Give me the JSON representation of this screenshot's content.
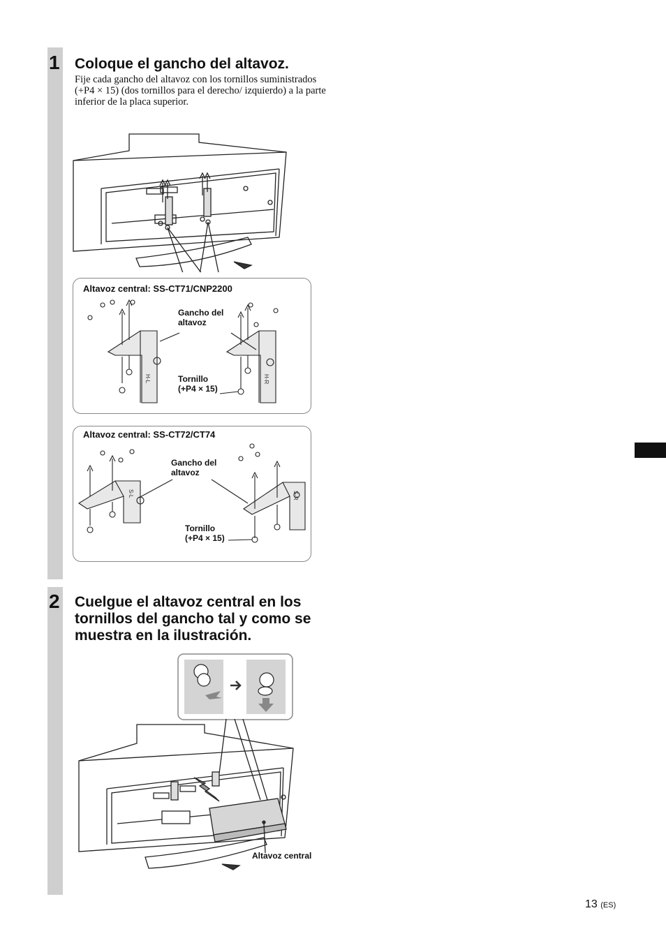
{
  "step1": {
    "number": "1",
    "title": "Coloque el gancho del altavoz.",
    "text": "Fije cada gancho del altavoz con los tornillos suministrados (+P4 × 15) (dos tornillos para el derecho/ izquierdo) a la parte inferior de la placa superior."
  },
  "panel1": {
    "title": "Altavoz central: SS-CT71/CNP2200",
    "hook_label": "Gancho del\naltavoz",
    "screw_label": "Tornillo\n(+P4 × 15)",
    "left_mark": "H-L",
    "right_mark": "H-R"
  },
  "panel2": {
    "title": "Altavoz central: SS-CT72/CT74",
    "hook_label": "Gancho del\naltavoz",
    "screw_label": "Tornillo\n(+P4 × 15)",
    "left_mark": "S-L",
    "right_mark": "S-R"
  },
  "step2": {
    "number": "2",
    "title": "Cuelgue el altavoz central en los tornillos del gancho tal y como se muestra en la ilustración.",
    "speaker_label": "Altavoz central"
  },
  "footer": {
    "page_number": "13",
    "lang": "(ES)"
  }
}
